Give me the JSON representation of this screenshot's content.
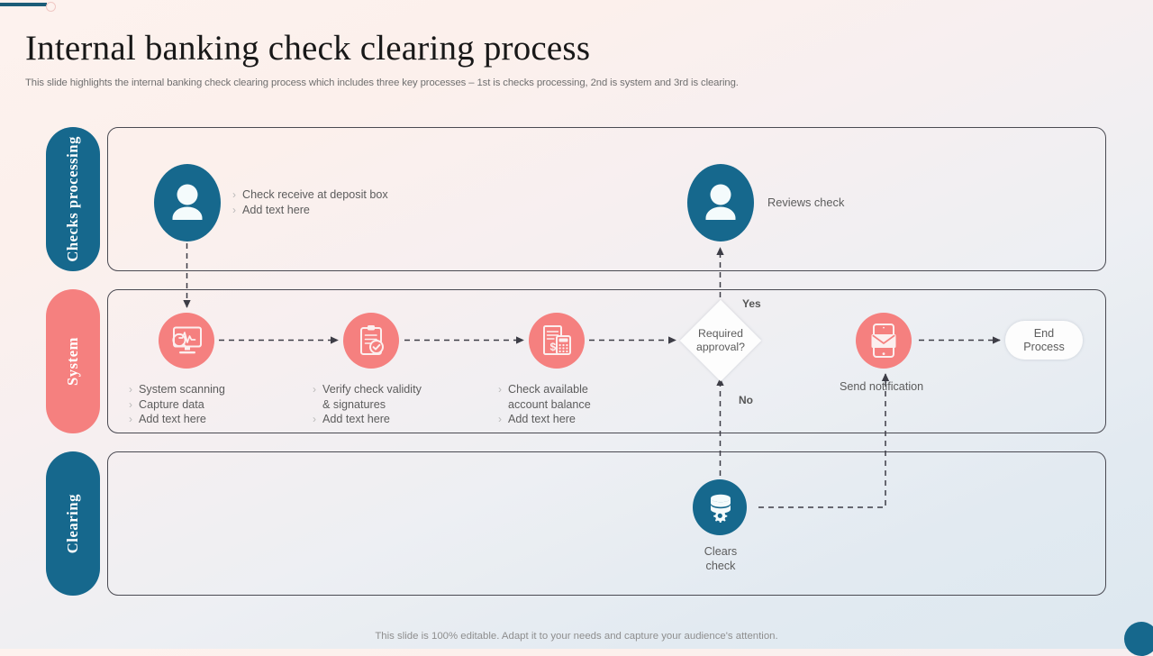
{
  "header": {
    "title": "Internal banking check clearing process",
    "subtitle": "This slide highlights the internal banking check clearing process which includes three key processes – 1st is checks processing, 2nd is system and 3rd is clearing."
  },
  "colors": {
    "brand_blue": "#16688D",
    "brand_salmon": "#F5807F",
    "title_text": "#181818",
    "body_text": "#5c5c5c",
    "lane_border": "#4a4a52",
    "bg_top": "#FDF2EE",
    "bg_bottom": "#DDE8F0"
  },
  "lanes": [
    {
      "id": "checks",
      "label": "Checks\nprocessing",
      "color": "#16688D"
    },
    {
      "id": "system",
      "label": "System",
      "color": "#F5807F"
    },
    {
      "id": "clearing",
      "label": "Clearing",
      "color": "#16688D"
    }
  ],
  "checks_row": {
    "person_deposit": {
      "icon": "person-icon",
      "bullets": [
        {
          "chevron": "›",
          "text": "Check receive  at deposit  box"
        },
        {
          "chevron": "›",
          "text": "Add text here"
        }
      ]
    },
    "person_review": {
      "icon": "person-icon",
      "label": "Reviews  check"
    }
  },
  "system_row": {
    "steps": [
      {
        "id": "scan",
        "icon": "monitor-scan-icon",
        "bullets": [
          {
            "chevron": "›",
            "text": "System scanning"
          },
          {
            "chevron": "›",
            "text": "Capture  data"
          },
          {
            "chevron": "›",
            "text": "Add text here"
          }
        ]
      },
      {
        "id": "verify",
        "icon": "clipboard-check-icon",
        "bullets": [
          {
            "chevron": "›",
            "text": "Verify  check validity\n& signatures"
          },
          {
            "chevron": "›",
            "text": "Add text here"
          }
        ]
      },
      {
        "id": "balance",
        "icon": "invoice-calculator-icon",
        "bullets": [
          {
            "chevron": "›",
            "text": "Check available\naccount balance"
          },
          {
            "chevron": "›",
            "text": "Add text here"
          }
        ]
      }
    ],
    "decision": {
      "icon": "diamond-shape",
      "text": "Required\napproval?"
    },
    "yes_label": "Yes",
    "no_label": "No",
    "notification": {
      "icon": "phone-mail-icon",
      "label": "Send notification"
    },
    "end_node": {
      "text": "End\nProcess"
    }
  },
  "clearing_row": {
    "clears": {
      "icon": "database-gear-icon",
      "label": "Clears\ncheck"
    }
  },
  "footer": {
    "note": "This slide is 100% editable. Adapt it to your needs and capture your audience's attention."
  }
}
